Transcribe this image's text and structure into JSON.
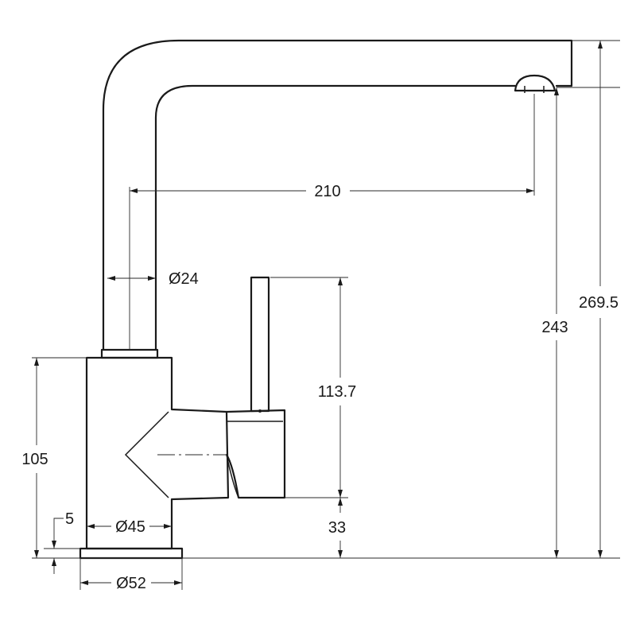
{
  "dimensions": {
    "spout_reach": "210",
    "pipe_diameter": "Ø24",
    "total_height": "269.5",
    "spout_height": "243",
    "lever_height": "113.7",
    "body_height": "105",
    "base_thickness": "5",
    "lever_base_height": "33",
    "body_diameter": "Ø45",
    "base_diameter": "Ø52"
  }
}
